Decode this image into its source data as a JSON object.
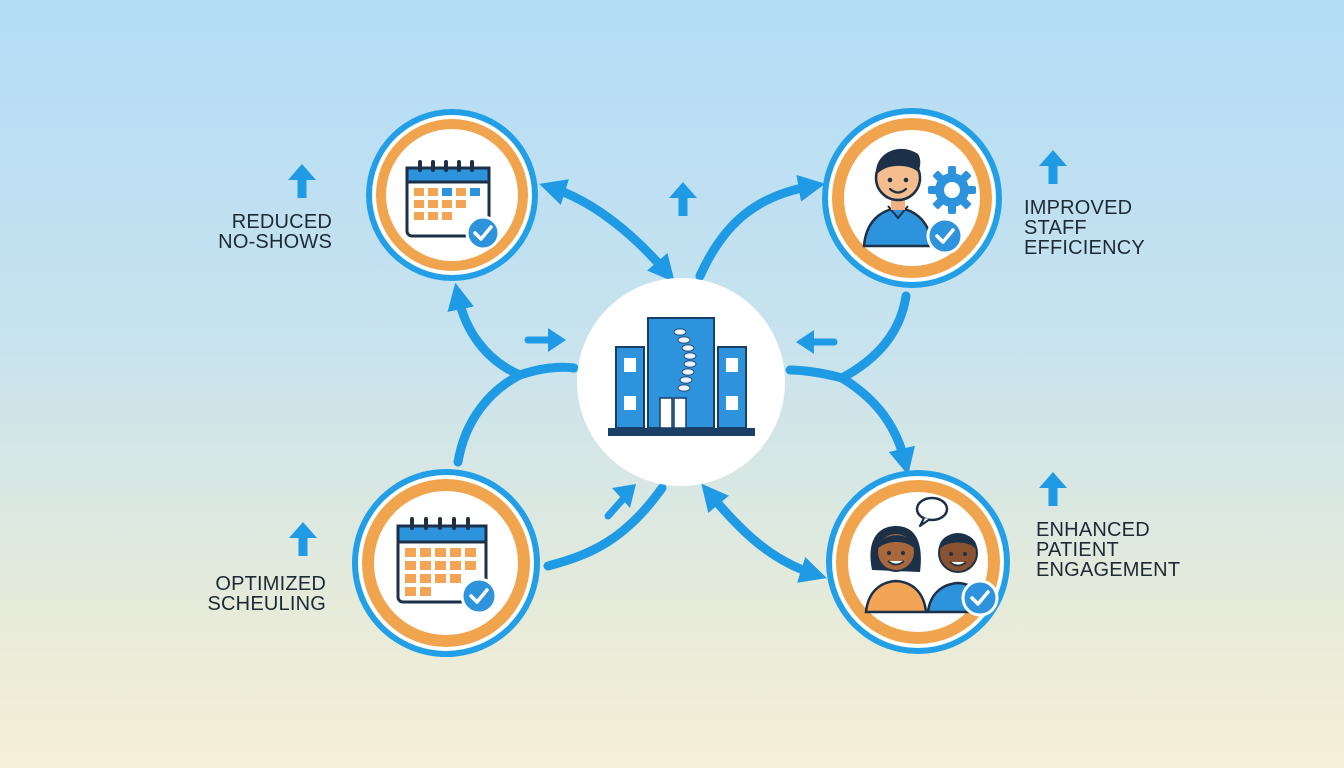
{
  "colors": {
    "flow_blue": "#1e9be4",
    "ring_blue": "#229fe6",
    "ring_orange": "#f0a44e",
    "building_blue": "#2e93dd",
    "grid_orange": "#f3a454",
    "text_dark": "#1d2a36"
  },
  "center": {
    "icon": "clinic-building-icon"
  },
  "nodes": [
    {
      "id": "reduced_no_shows",
      "icon": "calendar-check-icon",
      "label_lines": [
        "REDUCED",
        "NO-SHOWS"
      ]
    },
    {
      "id": "improved_staff_efficiency",
      "icon": "staff-gear-icon",
      "label_lines": [
        "IMPROVED",
        "STAFF",
        "EFFICIENCY"
      ]
    },
    {
      "id": "optimized_scheduling",
      "icon": "calendar-check-icon",
      "label_lines": [
        "OPTIMIZED",
        "SCHEULING"
      ]
    },
    {
      "id": "enhanced_patient_engagement",
      "icon": "patients-chat-icon",
      "label_lines": [
        "ENHANCED",
        "PATIENT",
        "ENGAGEMENT"
      ]
    }
  ],
  "indicators": {
    "icon": "up-arrow-icon",
    "meaning": "increase"
  }
}
